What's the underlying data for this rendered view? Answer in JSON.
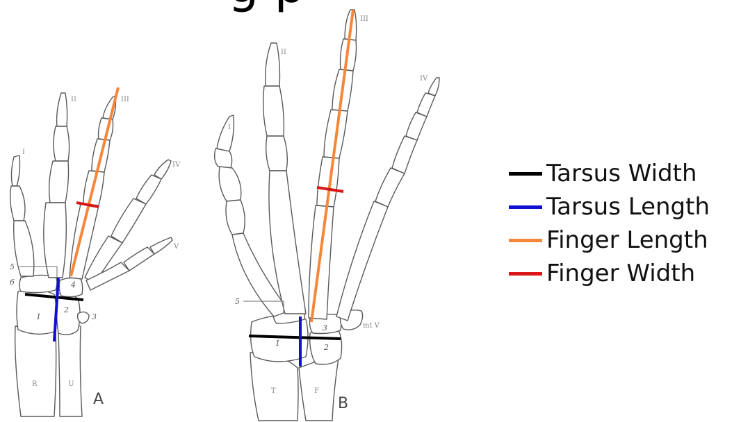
{
  "top_text": "g p",
  "panels": {
    "A": {
      "label": "A",
      "digits": [
        "I",
        "II",
        "III",
        "IV",
        "V"
      ],
      "bone_numbers": [
        "1",
        "2",
        "3",
        "4",
        "5",
        "6"
      ],
      "forearm": [
        "R",
        "U"
      ]
    },
    "B": {
      "label": "B",
      "digits": [
        "I",
        "II",
        "III",
        "IV"
      ],
      "bone_numbers": [
        "1",
        "2",
        "3",
        "5"
      ],
      "mt_label": "mt V",
      "forearm": [
        "T",
        "F"
      ]
    }
  },
  "legend": [
    {
      "label": "Tarsus Width",
      "color": "#000000"
    },
    {
      "label": "Tarsus Length",
      "color": "#1010d0"
    },
    {
      "label": "Finger Length",
      "color": "#f5873a"
    },
    {
      "label": "Finger Width",
      "color": "#d81818"
    }
  ],
  "colors": {
    "tarsus_width": "#000000",
    "tarsus_length": "#1010d0",
    "finger_length": "#f5873a",
    "finger_width": "#d81818",
    "bone_outline": "#5a5a5a"
  }
}
